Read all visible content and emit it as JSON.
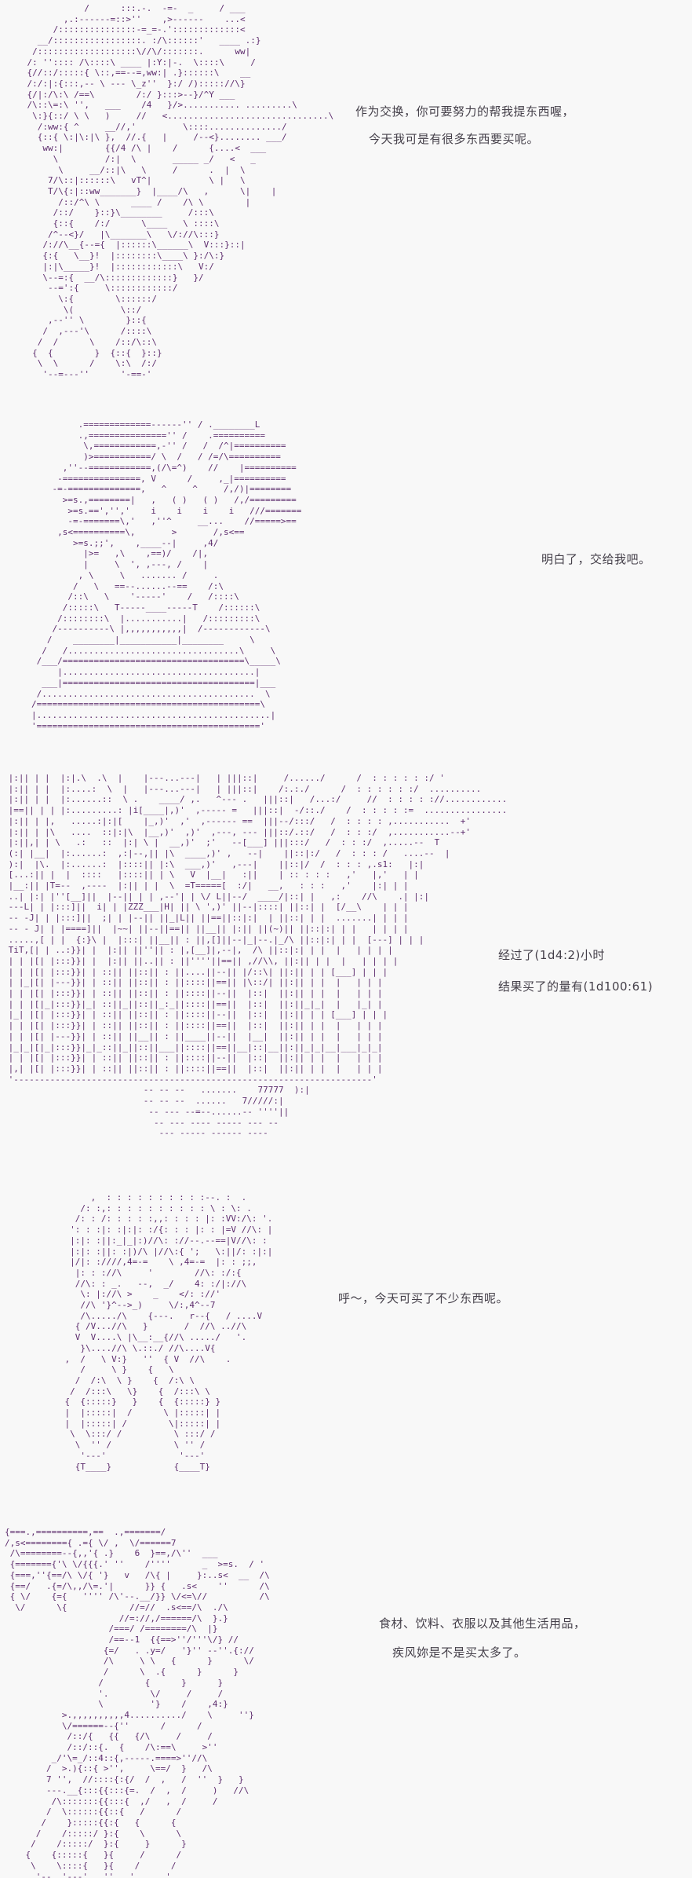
{
  "page": {
    "background": "#f8f8f8",
    "aa_color": "#5d2c6d",
    "dialogue_color": "#45404a"
  },
  "panels": [
    {
      "name": "aa-panel-1",
      "dialogue": [
        "作为交换，你可要努力的帮我提东西喔，",
        "今天我可是有很多东西要买呢。"
      ],
      "art": [
        "               /      :::.-.  -=-  _     / ___",
        "           ,.:------=::>''    ,>------    ...<",
        "         /:::::::::::::::-=_=-.':::::::::::::<",
        "      __/:::::::::::::::::. :/\\::::::'   ____ .:}",
        "     /:::::::::::::::::::\\//\\/:::::::.      ww|",
        "    /: '':::: /\\::::\\ ____ |:Y:|-.  \\::::\\     /",
        "    {//::/:::::{ \\::,==--=,ww:| .}::::::\\    __",
        "    /:/:|:{:::,-- \\ --- \\_z''  }:/ /)::::://\\}",
        "    {/|:/\\:\\ /==\\        /:/ }:::>--}/^Y ___",
        "    /\\::\\=:\\ '',   ___    /4   }/>........... .........\\",
        "     \\:}{::/ \\ \\   )     //   <...............................\\",
        "      /:ww:{ ^     __//,'         \\::::............../",
        "      {::{ \\:|\\:|\\ },  //.{   |     /--<}........ ___/",
        "       ww:|        {{/4 /\\ |    /      {....<  ___",
        "         \\         /:|  \\       _____ _/   <   _",
        "          \\     __/::|\\   \\     /      .  |  \\",
        "        7/\\::|::::::\\   vT^|           \\ |   \\",
        "        T/\\{:|::ww_______}  |____/\\   ,      \\|    |",
        "          /::/^\\ \\      ____ /    /\\ \\        |",
        "         /::/    }::}\\________     /:::\\",
        "         {::{    /:/      \\____   \\ ::::\\",
        "        /^--<}/   |\\_______\\   \\/://\\:::}",
        "       /://\\__{--={  |::::::\\______\\  V:::}::|",
        "       {:{   \\__}!  |::::::::\\____\\ }:/\\:}",
        "       |:|\\_____}!  |::::::::::::\\   V:/",
        "       \\--=:{  __/\\:::::::::::::}   }/",
        "        --=':{     \\::::::::::::/",
        "          \\:{        \\::::::/",
        "           \\(         \\::/",
        "        ,--'' \\        }::{",
        "       /  ,---'\\      /::::\\",
        "      /  /      \\    /::/\\::\\",
        "     {  {        }  {::{  }::}",
        "      \\  \\      /    \\:\\  /:/",
        "       '--=---''      '-==-'",
        ""
      ]
    },
    {
      "name": "aa-panel-2",
      "dialogue": [
        "明白了，交给我吧。"
      ],
      "art": [
        "         .=============------'' / .________L",
        "         .,==============='' /    .==========",
        "          \\,============,-'' /   /  /^|==========",
        "          )>===========/ \\  /   / /=/\\==========",
        "      ,''--============,(/\\=^)    //    |==========",
        "     -===============, V      /     ,_|==========",
        "    -=-==============,   ^     ^     /,/)|========",
        "      >=s.,========|   ,   ( )   ( )   /,/=========",
        "       >=s.==','','    i    i    i    i   ///=======",
        "       -=-=======\\,'   ,''^     __...    //=====>==",
        "     ,s<==========\\,       >       /,s<==",
        "        >=s.;;',    ,____--|     ,4/",
        "          |>=   ,\\    ,==)/    /|,",
        "          |     \\  ', ,---, /    |",
        "         , \\     \\   ....... /     .",
        "        /   \\   ==--......--==    /:\\",
        "       /::\\   \\    '-----'    /   /::::\\",
        "      /:::::\\   T-----____-----T    /::::::\\",
        "     /::::::::\\  |...........|   /:::::::::\\",
        "    /----------\\ |,,,,,,,,,,,|  /------------\\",
        "   /    ________|___________|________     \\",
        "  /   /.................................\\     \\",
        " /___/===================================\\_____\\",
        "     |.....................................|",
        "  ___|=====================================|___",
        " /.........................................  \\",
        "/===========================================\\",
        "|.............................................|",
        "'==========================================='"
      ]
    },
    {
      "name": "aa-panel-3",
      "dialogue": [
        "经过了(1d4:2)小时",
        "结果买了的量有(1d100:61)"
      ],
      "art": [
        " |:|| | |  |:|.\\  .\\  |    |---...---|   | |||::|     /....../      /  : : : : : :/ '",
        " |:|| | |  |:....:  \\  |   |---...---|   | |||::|    /:.:./      /  : : : : : :/  ..........",
        " |:|| | |  |:......::  \\ .    ____/ ,.   ^--- .   |||::|   /...:/     //  : : : : ://............",
        " |==|| | | |:.........: |i[____|,)'  ,----- =   |||::|  -/::./    /  : : : : :=  ................",
        " |:|| | |,   .....:|:|[    |_,)'  ,'  ,------ ==  |||--/:::/   /  : : : : ,...........  +'",
        " |:|| | |\\   ....  ::|:|\\  |__,)'  ,)'  ,---, --- |||::/.::/   /  : : :/  ,...........--+'",
        " |:||,| | \\   .:   ::  |:| \\ |  __,)'  ;'   --[___] |||:::/   /  : : :/  ,.....--  T",
        " (:| |__|  |:......:  ,:|--,|| |\\  ____,)' ,   --|    ||::|:/   /  : : : /   ....--  |",
        " ):|  |\\.  |:......:  |::::|| |:\\  ___,)'   ,---|    ||::|/  /  : : : ,.s1:   |:|",
        " [...:|| |  |  ::::   |::::|| | \\   V  |__|   :||    | :: : : :   ,'   |,'   | |",
        " |__:|| |T=--  ,----  |:|| | |  \\  =T=====[  :/|   __,   : : :   ,'    |:| | |",
        " ..| |:| |''[__]||  |--|| | | ,--'| | \\/ L||--/  ____/|::| |   ,:    //\\    .| |:|",
        " ---L| | |:::]||  i| | |ZZZ___|H| || \\ ',)' ||--|::::| ||::| |  [/__\\    | | |",
        " -- -J| | |:::]||  ;| | |--|| ||_|L|| ||==||::|:|  | ||::| | |  .......| | | |",
        " -- - J| | |====]||  |~~| ||--||==|| ||__|| |:|| ||(~)|| ||::|:| | |   | | | |",
        " .....,[ | |  {:}\\ |  |:::| ||__|| : ||,[]||--|_|--.|_/\\ ||::|:| | |  [---] | | |",
        " TiT,[| | ..:}}| |  |:|| ||''|| : |,[__]|,--|,  /\\ ||::|:| | |  |   | | | |",
        " | | |[| |:::}}| |  |:|| ||..|| : ||''''||==|| ,//\\\\, ||:|| | |  |   | | | |",
        " | | |[| |:::}}| | ::|| ||::|| : ||....||--|| |/::\\| ||:|| | | [___] | | |",
        " | |_|[| |---}}| | ::|| ||::|| : ||::::||==|| |\\::/| ||:|| | |  |   | | |",
        " | | |[| |:::}}| | ::|| ||::|| : ||::::||--||  |::|  ||:|| | |  |   | | |",
        " | | |[|_|:::}}|_| ::||_||::||_:_||::::||==||  |::|  ||:||_|_|  |   |_| |",
        " |_| |[| |:::}}| | ::|| ||::|| : ||::::||--||  |::|  ||:|| | | [___] | | |",
        " | | |[| |:::}}| | ::|| ||::|| : ||::::||==||  |::|  ||:|| | |  |   | | |",
        " | | |[| |---}}| | ::|| ||__|| : ||____||--||  |__|  ||:|| | |  |   | | |",
        " |_|_|[|_|:::}}|_|_::||_||::||___||::::||==||__|::|__||:||_|_|__|___|_|_|",
        " | | |[| |:::}}| | ::|| ||::|| : ||::::||--||  |::|  ||:|| | |  |   | | |",
        " |,| |[| |:::}}| | ::|| ||::|| : ||::::||==||  |::|  ||:|| | |  |   | | |",
        " '---------------------------------------------------------------------'",
        "                           -- -- --   .......    77777  ):|",
        "                           -- -- --  ......   7/////:|",
        "                            -- --- --=--......-- ''''||",
        "                             -- --- ---- ----- --- --",
        "                              --- ----- ------ ----",
        "",
        ""
      ]
    },
    {
      "name": "aa-panel-4",
      "dialogue": [
        "呼～，今天可买了不少东西呢。"
      ],
      "art": [
        "         ,  : : : : : : : : : :--. :  .",
        "       /: :,: : : : : : : : : : \\ : \\: .",
        "      /: : /: : : : :,,: : : : |: :VV:/\\: '.",
        "     ': : :|: :|:|: :/{: : : |: : |=V //\\: |",
        "     |:|: :||:_|_|:)//\\: ://--.--==|V//\\: :",
        "     |:|: :||: :|)/\\ |//\\:{ ';   \\:||/: :|:|",
        "     |/|: :////,4=-=    \\ ,4=-=  |: : ;;,",
        "      |: : ://\\     '        //\\: :/:{",
        "      //\\: : _.   --,  _/    4: :/|://\\",
        "       \\: |://\\ >    _    </: ://'",
        "       //\\ '}^-->_)     \\/:,4^--7",
        "       /\\...../\\    {---.   r--{   / ....V",
        "      { /V...//\\   }       /  //\\ ..//\\",
        "      V  V....\\ |\\__:__{//\\ ...../   '.",
        "       }\\....//\\ \\.::./ //\\....V{",
        "    ,  /   \\ V:}   ''  { V  //\\    .",
        "       /     \\ }    {   \\",
        "      /  /:\\  \\ }    {  /:\\ \\",
        "     /  /:::\\   \\}    {  /:::\\ \\",
        "    {  {:::::}   }    {  {:::::} }",
        "    |  |:::::|  /      \\ |:::::| |",
        "    |  |:::::| /        \\|:::::| |",
        "     \\  \\:::/ /          \\ :::/ /",
        "      \\  '' /            \\ '' /",
        "       '---'              '---'",
        "      {T____}            {____T}",
        "",
        ""
      ]
    },
    {
      "name": "aa-panel-5",
      "dialogue": [
        "食材、饮料、衣服以及其他生活用品，",
        "疾风妳是不是买太多了。"
      ],
      "art": [
        "{===.,==========,==  .,=======/",
        "/,s<========{ .={ \\/ ,  \\/======7",
        " /\\========--{,,'{ .}    6  }==,/\\''  ___",
        " {======={'\\ \\/{{{.' ''    /''''      _  >=s.  / '",
        " {===,''{==/\\ \\/{ '}   v   /\\{ |     }:..s<  __  /\\",
        " {==/   .{=/\\,,/\\=.'|      }} {   .s<    ''      /\\",
        " { \\/    {={   '''' /\\'--.__/}} \\/<=\\//          /\\",
        "  \\/      \\{            //=//  .s<==/\\  ./\\",
        "                      //=://,/======/\\  }.}",
        "                    /===/ /========/\\  |}",
        "                    /==--1  {{==>''/'''\\/} //",
        "                   {=/   . .y=/   '}'' --''.{://",
        "                   /\\     \\ \\   {      }      \\/",
        "                   /      \\  .{      }      }",
        "                  /        {      }      }",
        "                  '.        \\/     /     /",
        "                  \\         '}    /    ,4:}",
        "           >.,,,,,,,,,,4........../    \\     ''}",
        "           \\/======--{''      /      /",
        "            /::/{   {{   {/\\     /     /",
        "            /::/::{.  {    /\\:==\\     >''",
        "         _/'\\=_/::4::{,-----.====>''//\\",
        "        /  >.){::{ >'',     \\==/  }   /\\",
        "        7 '',  //::::{:{/  /  ,   /  ''  }   }",
        "        ---.__{:::{{:::{=.  /  ,  /     )   //\\",
        "         /\\:::::::{{:::{  ,/   ,  /     /",
        "        /  \\::::::{{::{   /      /",
        "       /    }:::::{{:{   {      {",
        "      /    /:::::/ }:{    \\      \\",
        "     /    /:::::/  }:{     }      }",
        "    {    {:::::{   }{     /      /",
        "     \\    \\::::{   }{    /      /",
        "      '--  '---'   ''   '      '"
      ]
    }
  ]
}
